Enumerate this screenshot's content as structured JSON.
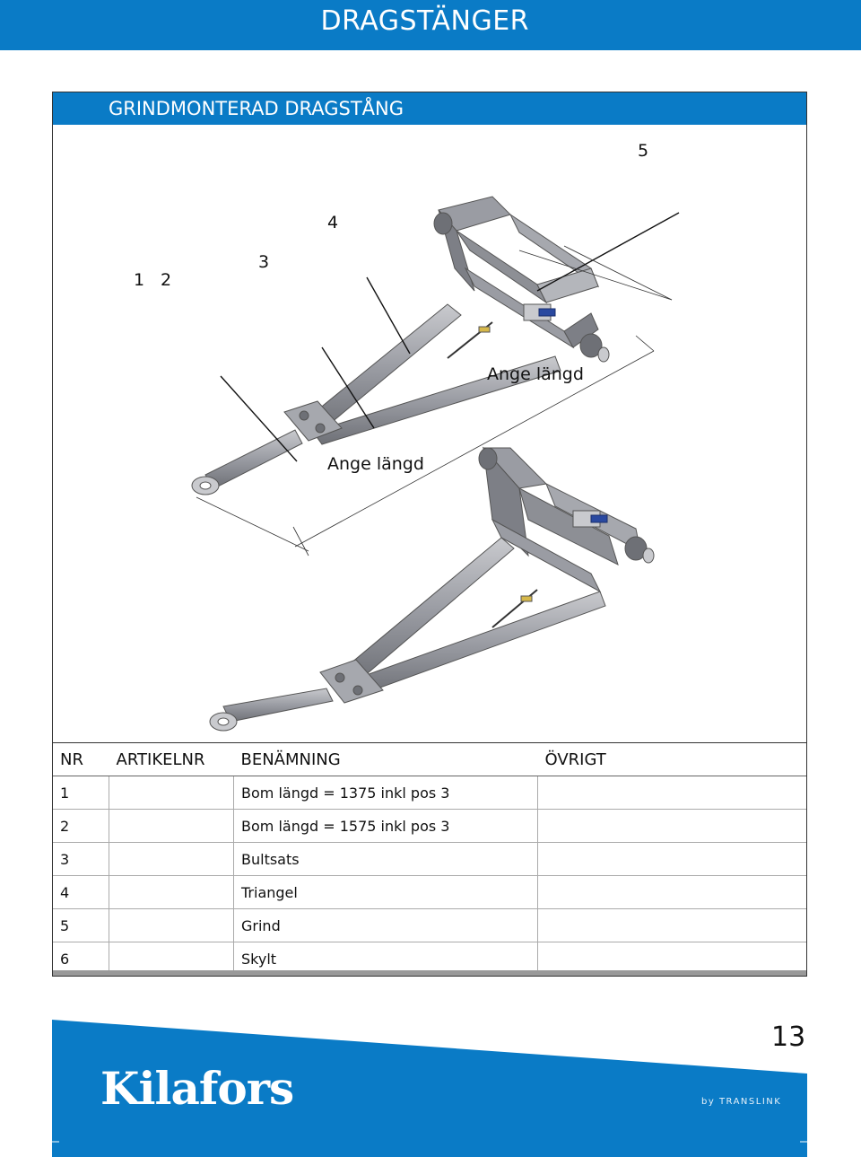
{
  "header": {
    "title": "DRAGSTÄNGER"
  },
  "section": {
    "title": "GRINDMONTERAD DRAGSTÅNG"
  },
  "callouts": {
    "c5": "5",
    "c4": "4",
    "c3": "3",
    "c1": "1",
    "c2": "2",
    "dim_upper": "Ange längd",
    "dim_lower": "Ange längd"
  },
  "table": {
    "headers": [
      "NR",
      "ARTIKELNR",
      "BENÄMNING",
      "ÖVRIGT"
    ],
    "rows": [
      {
        "nr": "1",
        "artikelnr": "",
        "benamning": "Bom längd = 1375 inkl pos 3",
        "ovrigt": ""
      },
      {
        "nr": "2",
        "artikelnr": "",
        "benamning": "Bom längd = 1575 inkl pos 3",
        "ovrigt": ""
      },
      {
        "nr": "3",
        "artikelnr": "",
        "benamning": "Bultsats",
        "ovrigt": ""
      },
      {
        "nr": "4",
        "artikelnr": "",
        "benamning": "Triangel",
        "ovrigt": ""
      },
      {
        "nr": "5",
        "artikelnr": "",
        "benamning": "Grind",
        "ovrigt": ""
      },
      {
        "nr": "6",
        "artikelnr": "",
        "benamning": "Skylt",
        "ovrigt": ""
      }
    ]
  },
  "footer": {
    "brand": "Kilafors",
    "byline": "by TRANSLINK",
    "page_number": "13"
  },
  "colors": {
    "brand_blue": "#0a7bc6",
    "frame_gray": "#8a8c93"
  }
}
